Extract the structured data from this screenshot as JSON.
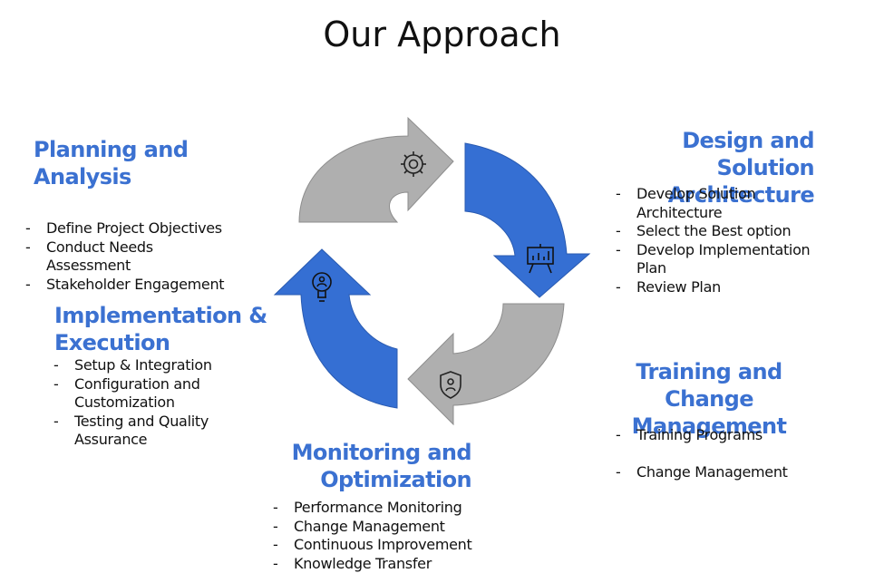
{
  "title": "Our Approach",
  "colors": {
    "accent": "#3b71d1",
    "arrow_gray": "#afafaf",
    "arrow_blue": "#356fd3"
  },
  "sections": {
    "planning": {
      "title_lines": [
        "Planning and",
        "Analysis"
      ],
      "items": [
        "Define Project Objectives",
        "Conduct Needs Assessment",
        "Stakeholder Engagement"
      ]
    },
    "implementation": {
      "title_lines": [
        "Implementation &",
        "Execution"
      ],
      "items": [
        "Setup & Integration",
        "Configuration and Customization",
        "Testing and Quality Assurance"
      ]
    },
    "design": {
      "title_lines": [
        "Design and Solution",
        "Architecture"
      ],
      "items": [
        "Develop Solution Architecture",
        "Select the Best option",
        "Develop Implementation Plan",
        "Review Plan"
      ]
    },
    "training": {
      "title_lines": [
        "Training and Change",
        "Management"
      ],
      "items": [
        "Training Programs",
        "Change Management"
      ]
    },
    "monitoring": {
      "title_lines": [
        "Monitoring and",
        "Optimization"
      ],
      "items": [
        "Performance Monitoring",
        "Change Management",
        "Continuous Improvement",
        "Knowledge Transfer"
      ]
    }
  },
  "cycle_icons": [
    "gear-icon",
    "presentation-chart-icon",
    "shield-user-icon",
    "lightbulb-icon"
  ]
}
